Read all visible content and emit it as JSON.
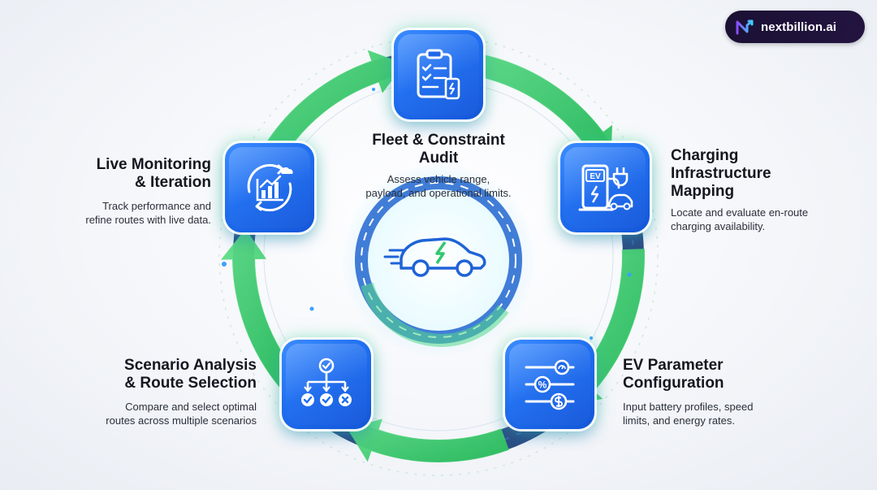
{
  "brand": {
    "logo_text": "nextbillion.ai",
    "logo_icon": "nb-logo-icon"
  },
  "colors": {
    "arrow_green": "#3fcf6a",
    "arrow_navy": "#1c3f7a",
    "node_blue": "#1f6ef0",
    "logo_bg": "#1b1034"
  },
  "center_icon": "electric-car-icon",
  "steps": [
    {
      "title_lines": [
        "Fleet & Constraint",
        "Audit"
      ],
      "desc_lines": [
        "Assess vehicle range,",
        "payload, and operational limits."
      ],
      "icon": "clipboard-checklist-icon"
    },
    {
      "title_lines": [
        "Charging",
        "Infrastructure",
        "Mapping"
      ],
      "desc_lines": [
        "Locate and evaluate en-route",
        "charging availability."
      ],
      "icon": "ev-charging-station-icon",
      "icon_label": "EV"
    },
    {
      "title_lines": [
        "EV Parameter",
        "Configuration"
      ],
      "desc_lines": [
        "Input battery profiles, speed",
        "limits, and energy rates."
      ],
      "icon": "parameter-sliders-icon",
      "icon_label": "%"
    },
    {
      "title_lines": [
        "Scenario Analysis",
        "& Route Selection"
      ],
      "desc_lines": [
        "Compare and select optimal",
        "routes across multiple scenarios"
      ],
      "icon": "decision-tree-icon"
    },
    {
      "title_lines": [
        "Live Monitoring",
        "& Iteration"
      ],
      "desc_lines": [
        "Track performance and",
        "refine routes with live data."
      ],
      "icon": "live-monitoring-icon"
    }
  ]
}
